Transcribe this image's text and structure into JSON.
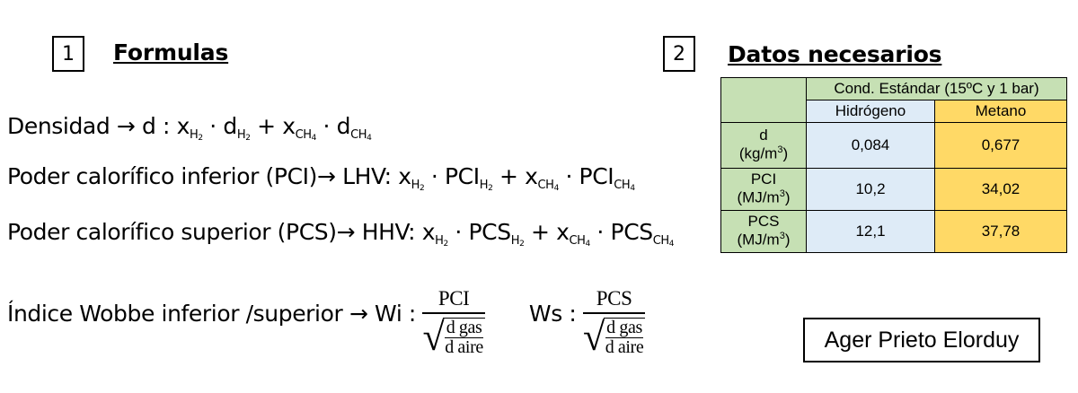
{
  "section1": {
    "number": "1",
    "title": "Formulas"
  },
  "section2": {
    "number": "2",
    "title": "Datos necesarios"
  },
  "formulas": {
    "densidad": {
      "label": "Densidad",
      "arrow": "→",
      "lhs": "d :"
    },
    "pci": {
      "label": "Poder calorífico inferior (PCI)",
      "arrow": "→",
      "lhs": "LHV:"
    },
    "pcs": {
      "label": "Poder calorífico superior (PCS)",
      "arrow": "→",
      "lhs": "HHV:"
    },
    "wobbe": {
      "label": "Índice Wobbe inferior /superior",
      "arrow": "→",
      "wi": "Wi :",
      "ws": "Ws :",
      "pci_num": "PCI",
      "pcs_num": "PCS",
      "dgas": "d gas",
      "daire": "d aire"
    },
    "sym": {
      "x": "x",
      "d": "d",
      "PCI": "PCI",
      "PCS": "PCS",
      "H": "H",
      "H2": "2",
      "CH": "CH",
      "CH4": "4",
      "dot": "·",
      "plus": "+"
    }
  },
  "table": {
    "header_cond": "Cond. Estándar (15ºC y 1 bar)",
    "col_h2": "Hidrógeno",
    "col_ch4": "Metano",
    "rows": [
      {
        "label": "d",
        "unit_base": "(kg/m",
        "unit_exp": "3",
        "unit_end": ")",
        "h2": "0,084",
        "ch4": "0,677"
      },
      {
        "label": "PCI",
        "unit_base": "(MJ/m",
        "unit_exp": "3",
        "unit_end": ")",
        "h2": "10,2",
        "ch4": "34,02"
      },
      {
        "label": "PCS",
        "unit_base": "(MJ/m",
        "unit_exp": "3",
        "unit_end": ")",
        "h2": "12,1",
        "ch4": "37,78"
      }
    ]
  },
  "author": "Ager Prieto Elorduy"
}
